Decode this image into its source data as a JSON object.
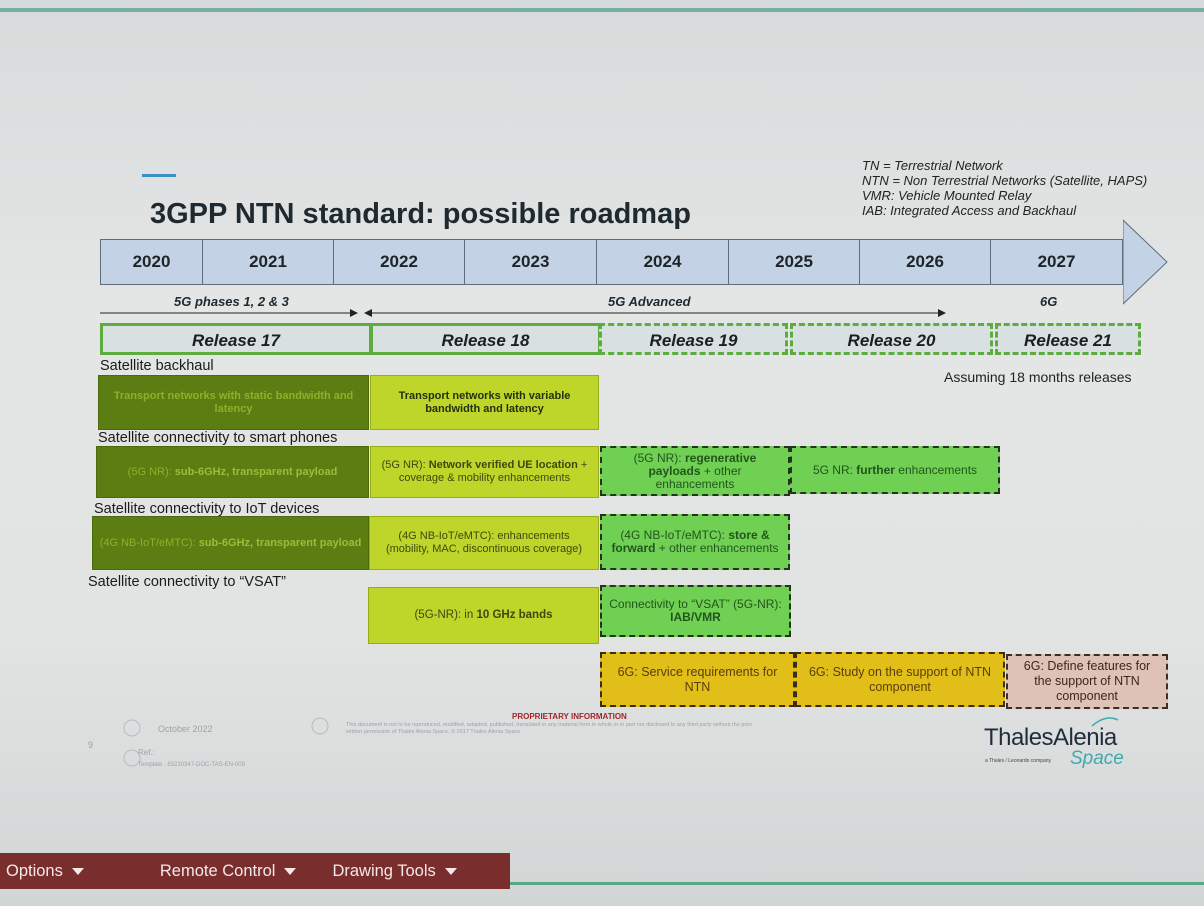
{
  "slide": {
    "title": "3GPP NTN standard: possible roadmap",
    "legend_notes": [
      "TN = Terrestrial Network",
      "NTN = Non Terrestrial Networks (Satellite, HAPS)",
      "VMR: Vehicle Mounted Relay",
      "IAB: Integrated Access and Backhaul"
    ],
    "years": [
      "2020",
      "2021",
      "2022",
      "2023",
      "2024",
      "2025",
      "2026",
      "2027"
    ],
    "phases": {
      "phase1": "5G phases 1, 2 & 3",
      "advanced": "5G Advanced",
      "sixg": "6G"
    },
    "releases": [
      "Release 17",
      "Release 18",
      "Release 19",
      "Release 20",
      "Release 21"
    ],
    "assumption": "Assuming 18 months releases",
    "sections": {
      "backhaul": "Satellite backhaul",
      "smartphones": "Satellite connectivity to smart phones",
      "iot": "Satellite connectivity to IoT devices",
      "vsat": "Satellite connectivity to “VSAT”"
    },
    "boxes": {
      "bh_r17": "Transport networks with static bandwidth and latency",
      "bh_r18": "Transport networks with variable bandwidth and latency",
      "sp_r17_pre": "(5G NR): ",
      "sp_r17_bold": "sub-6GHz, transparent payload",
      "sp_r18_pre": "(5G NR): ",
      "sp_r18_bold": "Network verified UE location",
      "sp_r18_post": " + coverage & mobility enhancements",
      "sp_r19_pre": "(5G NR): ",
      "sp_r19_bold": "regenerative payloads",
      "sp_r19_post": " + other enhancements",
      "sp_r20_pre": "5G NR: ",
      "sp_r20_bold": "further",
      "sp_r20_post": " enhancements",
      "iot_r17_pre": "(4G NB-IoT/eMTC): ",
      "iot_r17_bold": "sub-6GHz, transparent payload",
      "iot_r18": "(4G NB-IoT/eMTC): enhancements (mobility, MAC, discontinuous coverage)",
      "iot_r19_pre": "(4G NB-IoT/eMTC): ",
      "iot_r19_bold": "store & forward",
      "iot_r19_post": " + other enhancements",
      "vsat_r18_pre": "(5G-NR): in ",
      "vsat_r18_bold": "10 GHz bands",
      "vsat_r19_pre": "Connectivity to “VSAT” (5G-NR): ",
      "vsat_r19_bold": "IAB/VMR",
      "g6_r19": "6G: Service requirements for NTN",
      "g6_r20": "6G: Study on the support of NTN component",
      "g6_r21": "6G: Define features for the support of NTN component"
    },
    "footer": {
      "page": "9",
      "date": "October 2022",
      "ref": "Ref.:",
      "template": "Template : 83230347-DOC-TAS-EN-009",
      "proprietary_title": "PROPRIETARY INFORMATION",
      "proprietary_text": "This document is not to be reproduced, modified, adapted, published, translated in any material form in whole or in part nor disclosed to any third party without the prior written permission of Thales Alenia Space. © 2017 Thales Alenia Space",
      "logo_main": "ThalesAlenia",
      "logo_space": "Space",
      "logo_sub": "a Thales / Leonardo company"
    }
  },
  "toolbar": {
    "options": "Options",
    "remote_control": "Remote Control",
    "drawing_tools": "Drawing Tools"
  },
  "colors": {
    "release_border": "#5cac3e",
    "toolbar_bg": "#7a2d2d",
    "timeline_bg": "#c3d3e5"
  }
}
